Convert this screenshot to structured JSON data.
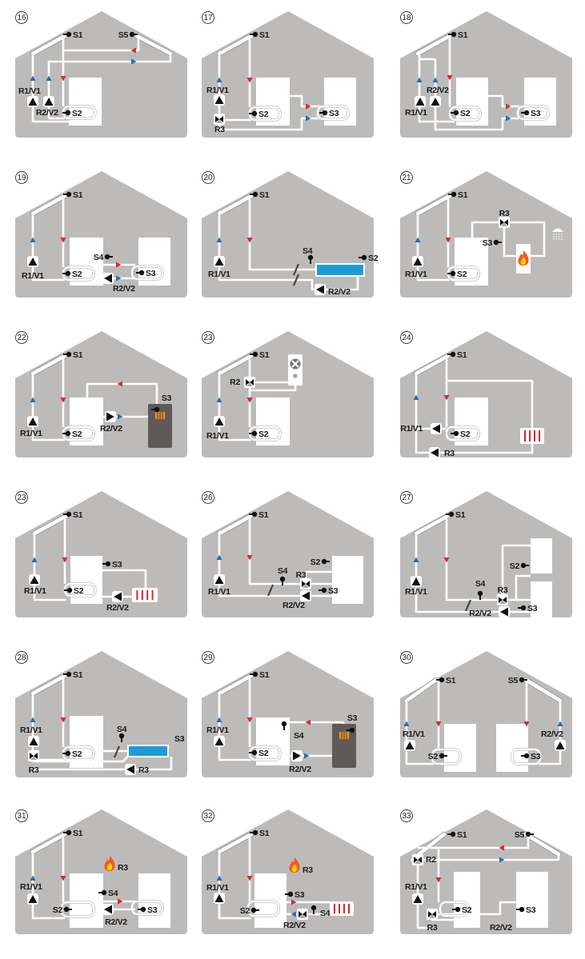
{
  "title": "Solar system schemes",
  "colors": {
    "house": "#bdbbb9",
    "pipe": "#ffffff",
    "flow": "#e0262b",
    "return": "#1f6fb8",
    "pool": "#1e9bd7",
    "boiler": "#5f5a57",
    "radiator": "#d9262b"
  },
  "panels": [
    {
      "number": "16",
      "labels": [
        "S1",
        "S5",
        "R1/V1",
        "R2/V2",
        "S2"
      ]
    },
    {
      "number": "17",
      "labels": [
        "S1",
        "R1/V1",
        "S2",
        "R3",
        "S3"
      ]
    },
    {
      "number": "18",
      "labels": [
        "S1",
        "R2/V2",
        "R1/V1",
        "S2",
        "S3"
      ]
    },
    {
      "number": "19",
      "labels": [
        "S1",
        "S4",
        "R1/V1",
        "S2",
        "S3",
        "R2/V2"
      ]
    },
    {
      "number": "20",
      "labels": [
        "S1",
        "S4",
        "S2",
        "R1/V1",
        "R2/V2"
      ]
    },
    {
      "number": "21",
      "labels": [
        "S1",
        "R3",
        "S3",
        "R1/V1",
        "S2"
      ]
    },
    {
      "number": "22",
      "labels": [
        "S1",
        "S3",
        "R1/V1",
        "S2",
        "R2/V2"
      ]
    },
    {
      "number": "23",
      "labels": [
        "S1",
        "R2",
        "R1/V1",
        "S2"
      ]
    },
    {
      "number": "24",
      "labels": [
        "S1",
        "R1/V1",
        "S2",
        "R3"
      ]
    },
    {
      "number": "23",
      "labels": [
        "S1",
        "S3",
        "R1/V1",
        "S2",
        "R2/V2"
      ]
    },
    {
      "number": "26",
      "labels": [
        "S1",
        "S2",
        "S4",
        "R3",
        "R1/V1",
        "S3",
        "R2/V2"
      ]
    },
    {
      "number": "27",
      "labels": [
        "S1",
        "S2",
        "R1/V1",
        "S4",
        "R3",
        "R2/V2",
        "S3"
      ]
    },
    {
      "number": "28",
      "labels": [
        "S1",
        "R1/V1",
        "S4",
        "S3",
        "S2",
        "R3",
        "R3"
      ]
    },
    {
      "number": "29",
      "labels": [
        "S1",
        "S3",
        "R1/V1",
        "S4",
        "S2",
        "R2/V2"
      ]
    },
    {
      "number": "30",
      "labels": [
        "S1",
        "S5",
        "R1/V1",
        "R2/V2",
        "S2",
        "S3"
      ]
    },
    {
      "number": "31",
      "labels": [
        "S1",
        "R3",
        "R1/V1",
        "S4",
        "S2",
        "S3",
        "R2/V2"
      ]
    },
    {
      "number": "32",
      "labels": [
        "S1",
        "R3",
        "R1/V1",
        "S3",
        "S2",
        "S4",
        "R2/V2"
      ]
    },
    {
      "number": "33",
      "labels": [
        "S1",
        "S5",
        "R2",
        "R1/V1",
        "S2",
        "S3",
        "R3",
        "R2/V2"
      ]
    }
  ]
}
